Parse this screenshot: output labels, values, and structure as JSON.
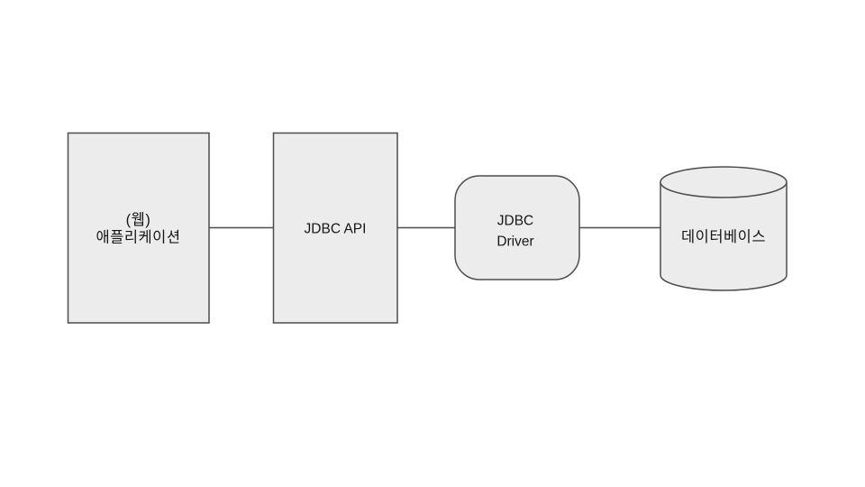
{
  "diagram": {
    "colors": {
      "background": "#ffffff",
      "node_fill": "#ececec",
      "node_stroke": "#4d4d4d",
      "connector": "#4d4d4d",
      "text": "#161616"
    },
    "nodes": {
      "web_application": {
        "shape": "rectangle",
        "line1": "(웹)",
        "line2": "애플리케이션"
      },
      "jdbc_api": {
        "shape": "rectangle",
        "label": "JDBC API"
      },
      "jdbc_driver": {
        "shape": "rounded-rectangle",
        "line1": "JDBC",
        "line2": "Driver"
      },
      "database": {
        "shape": "cylinder",
        "label": "데이터베이스"
      }
    },
    "connections": [
      {
        "from": "web_application",
        "to": "jdbc_api"
      },
      {
        "from": "jdbc_api",
        "to": "jdbc_driver"
      },
      {
        "from": "jdbc_driver",
        "to": "database"
      }
    ]
  }
}
